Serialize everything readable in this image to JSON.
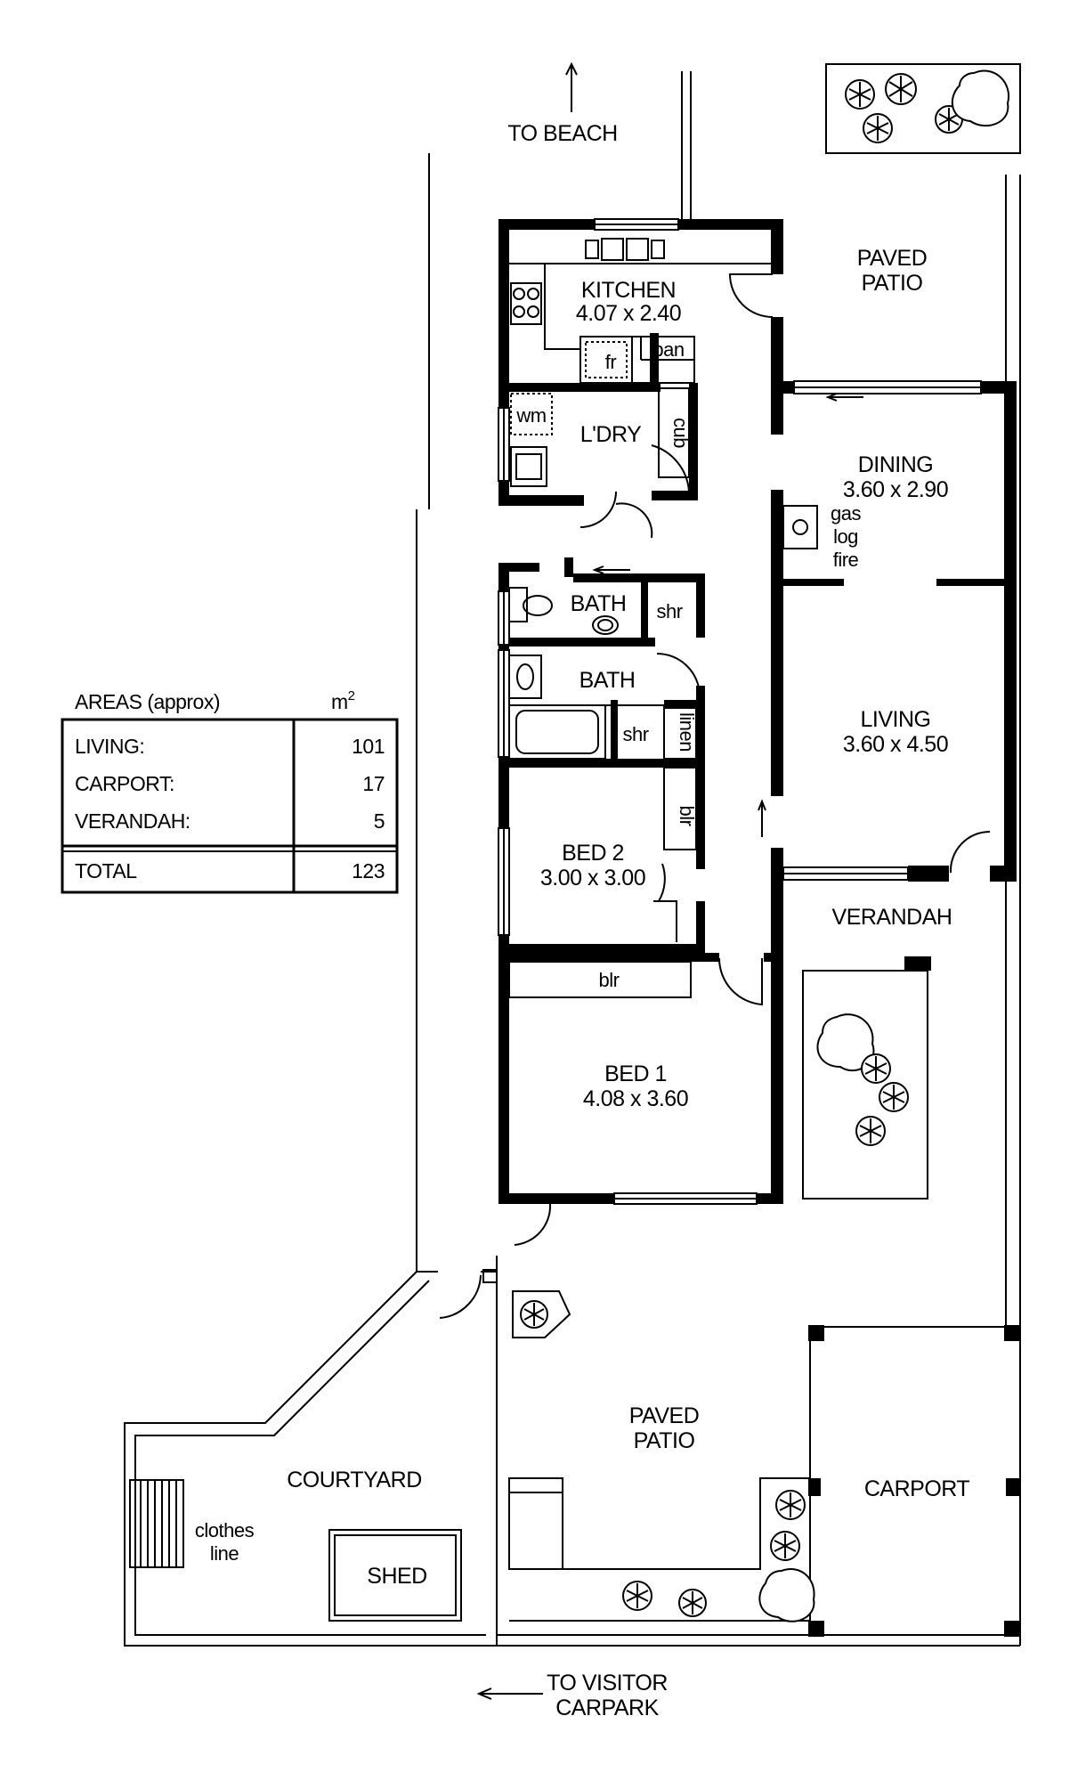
{
  "directions": {
    "beach": "TO BEACH",
    "carpark_line1": "TO VISITOR",
    "carpark_line2": "CARPARK"
  },
  "rooms": {
    "kitchen": {
      "name": "KITCHEN",
      "dims": "4.07 x 2.40"
    },
    "fridge": "fr",
    "pantry": "pan",
    "washing_machine": "wm",
    "laundry": "L'DRY",
    "cupboard": "cub",
    "dining": {
      "name": "DINING",
      "dims": "3.60 x 2.90"
    },
    "gas_log_fire": {
      "line1": "gas",
      "line2": "log",
      "line3": "fire"
    },
    "paved_patio_top": {
      "line1": "PAVED",
      "line2": "PATIO"
    },
    "bath1": "BATH",
    "shower1": "shr",
    "bath2": "BATH",
    "shower2": "shr",
    "linen": "linen",
    "living": {
      "name": "LIVING",
      "dims": "3.60 x 4.50"
    },
    "bed2": {
      "name": "BED 2",
      "dims": "3.00 x 3.00"
    },
    "bed2_robe": "blr",
    "verandah": "VERANDAH",
    "bed1_robe": "blr",
    "bed1": {
      "name": "BED 1",
      "dims": "4.08 x 3.60"
    },
    "paved_patio_bottom": {
      "line1": "PAVED",
      "line2": "PATIO"
    },
    "courtyard": "COURTYARD",
    "clothes_line": {
      "line1": "clothes",
      "line2": "line"
    },
    "shed": "SHED",
    "carport": "CARPORT"
  },
  "areas_table": {
    "title": "AREAS (approx)",
    "unit": "m",
    "unit_sup": "2",
    "rows": [
      {
        "label": "LIVING:",
        "value": "101"
      },
      {
        "label": "CARPORT:",
        "value": "17"
      },
      {
        "label": "VERANDAH:",
        "value": "5"
      }
    ],
    "total": {
      "label": "TOTAL",
      "value": "123"
    }
  }
}
